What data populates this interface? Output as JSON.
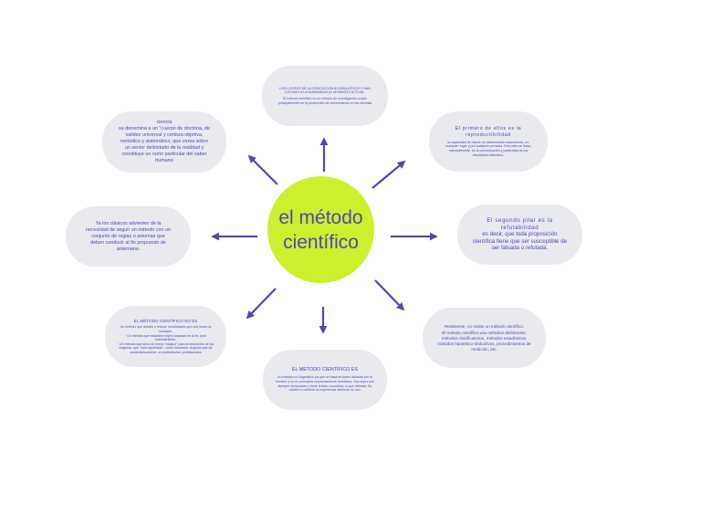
{
  "center": {
    "label": "el método científico"
  },
  "nodes": {
    "top": {
      "heading": "LOS LOGROS DE LA CIENCIA SON ACUMULATIVOS Y HAN LLEVADO A LA HUMANIDAD AL MOMENTO ACTUAL.",
      "body": "El método científico es un método de investigación usado principalmente en la producción de conocimiento en las ciencias"
    },
    "top_right": {
      "heading": "El primero de ellos es la reproductibilidad",
      "body": "la capacidad de repetir un determinado experimento, en cualquier lugar y por cualquier persona. Esto pilar se basa, esencialmente, en la comunicación y publicidad de los resultados obtenidos."
    },
    "right": {
      "heading": "El segundo pilar es la refutabilidad",
      "body": "es decir, que toda proposición científica tiene que ser susceptible de ser falsada o refutada."
    },
    "bottom_right": {
      "heading": "Realmente, no existe un método científico.",
      "body": "El método científico usa métodos definitorios, métodos clasificatorios, métodos estadísticos, métodos hipotético-deductivos, procedimientos de medición, etc."
    },
    "bottom": {
      "heading": "EL MÉTODO CIENTÍFICO ES",
      "body": "Un método no dogmático ya que se basa en leyes dictadas por el hombre y no en principios supuestamente revelados. Sus leyes son siempre temporales y tiene límites conocidos, lo que afirman. Su validez la confiere la experiencia diaria de su uso."
    },
    "bottom_left": {
      "heading": "EL MÉTODO CIENTÍFICO NO ES",
      "lines": [
        "Un método que detalla o reduce moralidades que nos lleven al contrario.",
        "· Un método que establece leyes basadas en la fe, puro entendimiento.",
        "· Un método que sirva de forma \"mágica\" para la resolución de los",
        "enigmas, que \"está aquietado\", como humanos, dogmas que de",
        "sustentar/sostener un profesión/ser profesionales"
      ]
    },
    "left": {
      "text": "Ya los clásicos advierten de la necesidad de seguir un método con un conjunto de reglas o axiomas que deben conducir al fin propuesto de antemano."
    },
    "top_left": {
      "heading": "ciencia",
      "body": "se denomina a un \"cuerpo de doctrina, de validez universal y certeza objetiva, metódico y sistemático, que versa sobre un sector delimitado de la realidad y constituye un ramo particular del saber humano"
    }
  },
  "colors": {
    "center_fill": "#ccf02c",
    "node_fill": "#e8eaee",
    "text": "#5544bb",
    "arrow": "#5544bb"
  }
}
